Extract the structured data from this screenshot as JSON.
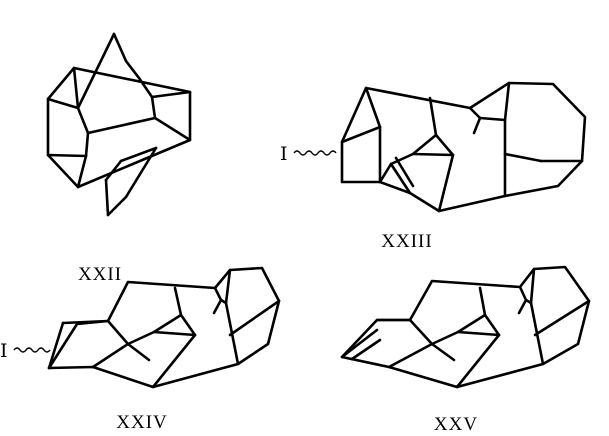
{
  "compounds": [
    {
      "label": "XXII"
    },
    {
      "label": "XXIII",
      "substituent": "I"
    },
    {
      "label": "XXIV",
      "substituent": "I"
    },
    {
      "label": "XXV"
    }
  ]
}
